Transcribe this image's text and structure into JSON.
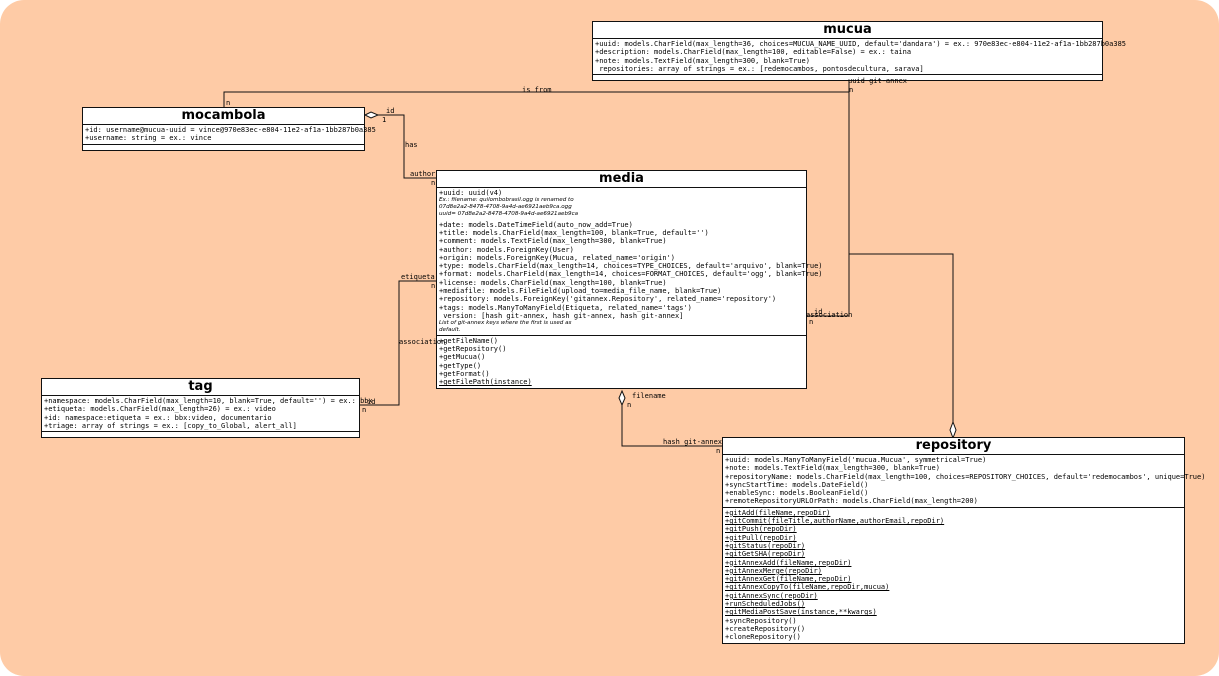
{
  "classes": {
    "mucua": {
      "title": "mucua",
      "attributes": [
        "+uuid: models.CharField(max_length=36, choices=MUCUA_NAME_UUID, default='dandara') = ex.: 970e83ec-e804-11e2-af1a-1bb287b0a385",
        "+description: models.CharField(max_length=100, editable=False) = ex.: taina",
        "+note: models.TextField(max_length=300, blank=True)",
        " repositories: array of strings = ex.: [redemocambos, pontosdecultura, sarava]"
      ]
    },
    "mocambola": {
      "title": "mocambola",
      "attributes": [
        "+id: username@mucua-uuid = vince@970e83ec-e804-11e2-af1a-1bb287b0a385",
        "+username: string = ex.: vince"
      ]
    },
    "media": {
      "title": "media",
      "attr_uuid": "+uuid: uuid(v4)",
      "uuid_note": [
        "Ex.: filename: quilombobrasil.ogg is renamed to",
        "07d8e2a2-8478-4708-9a4d-ae6921aeb9ca.ogg",
        "uuid= 07d8e2a2-8478-4708-9a4d-ae6921aeb9ca"
      ],
      "attributes": [
        "+date: models.DateTimeField(auto_now_add=True)",
        "+title: models.CharField(max_length=100, blank=True, default='')",
        "+comment: models.TextField(max_length=300, blank=True)",
        "+author: models.ForeignKey(User)",
        "+origin: models.ForeignKey(Mucua, related_name='origin')",
        "+type: models.CharField(max_length=14, choices=TYPE_CHOICES, default='arquivo', blank=True)",
        "+format: models.CharField(max_length=14, choices=FORMAT_CHOICES, default='ogg', blank=True)",
        "+license: models.CharField(max_length=100, blank=True)",
        "+mediafile: models.FileField(upload_to=media_file_name, blank=True)",
        "+repository: models.ForeignKey('gitannex.Repository', related_name='repository')",
        "+tags: models.ManyToManyField(Etiqueta, related_name='tags')",
        " version: [hash git-annex, hash git-annex, hash git-annex]"
      ],
      "version_note": [
        "List of git-annex keys where the first is used as",
        "default."
      ],
      "methods": [
        "+getFileName()",
        "+getRepository()",
        "+getMucua()",
        "+getType()",
        "+getFormat()"
      ],
      "static_methods": [
        "+getFilePath(instance)"
      ]
    },
    "tag": {
      "title": "tag",
      "attributes": [
        "+namespace: models.CharField(max_length=10, blank=True, default='') = ex.: bbx",
        "+etiqueta: models.CharField(max_length=26) = ex.: video",
        "+id: namespace:etiqueta = ex.: bbx:video, documentario",
        "+triage: array of strings = ex.: [copy_to_Global, alert_all]"
      ]
    },
    "repository": {
      "title": "repository",
      "attributes": [
        "+uuid: models.ManyToManyField('mucua.Mucua', symmetrical=True)",
        "+note: models.TextField(max_length=300, blank=True)",
        "+repositoryName: models.CharField(max_length=100, choices=REPOSITORY_CHOICES, default='redemocambos', unique=True)",
        "+syncStartTime: models.DateField()",
        "+enableSync: models.BooleanField()",
        "+remoteRepositoryURLOrPath: models.CharField(max_length=200)"
      ],
      "static_methods": [
        "+gitAdd(fileName,repoDir)",
        "+gitCommit(fileTitle,authorName,authorEmail,repoDir)",
        "+gitPush(repoDir)",
        "+gitPull(repoDir)",
        "+gitStatus(repoDir)",
        "+gitGetSHA(repoDir)",
        "+gitAnnexAdd(fileName,repoDir)",
        "+gitAnnexMerge(repoDir)",
        "+gitAnnexGet(fileName,repoDir)",
        "+gitAnnexCopyTo(fileName,repoDir,mucua)",
        "+gitAnnexSync(repoDir)",
        "+runScheduledJobs()",
        "+gitMediaPostSave(instance,**kwargs)"
      ],
      "methods": [
        "+syncRepository()",
        "+createRepository()",
        "+cloneRepository()"
      ]
    }
  },
  "edge_labels": {
    "is_from": "is from",
    "mocambola_n": "n",
    "uuid_git_annex": "uuid git-annex",
    "mucua_n": "n",
    "id": "id",
    "id_mult": "1",
    "has": "has",
    "author": "author",
    "author_n": "n",
    "etiqueta": "etiqueta",
    "etiqueta_n": "n",
    "association_left": "association",
    "tag_id": "id",
    "tag_n": "n",
    "association_right": "association",
    "id_right": "id",
    "right_n": "n",
    "filename": "filename",
    "filename_n": "n",
    "hash_git_annex": "hash git-annex",
    "repo_n": "n"
  }
}
